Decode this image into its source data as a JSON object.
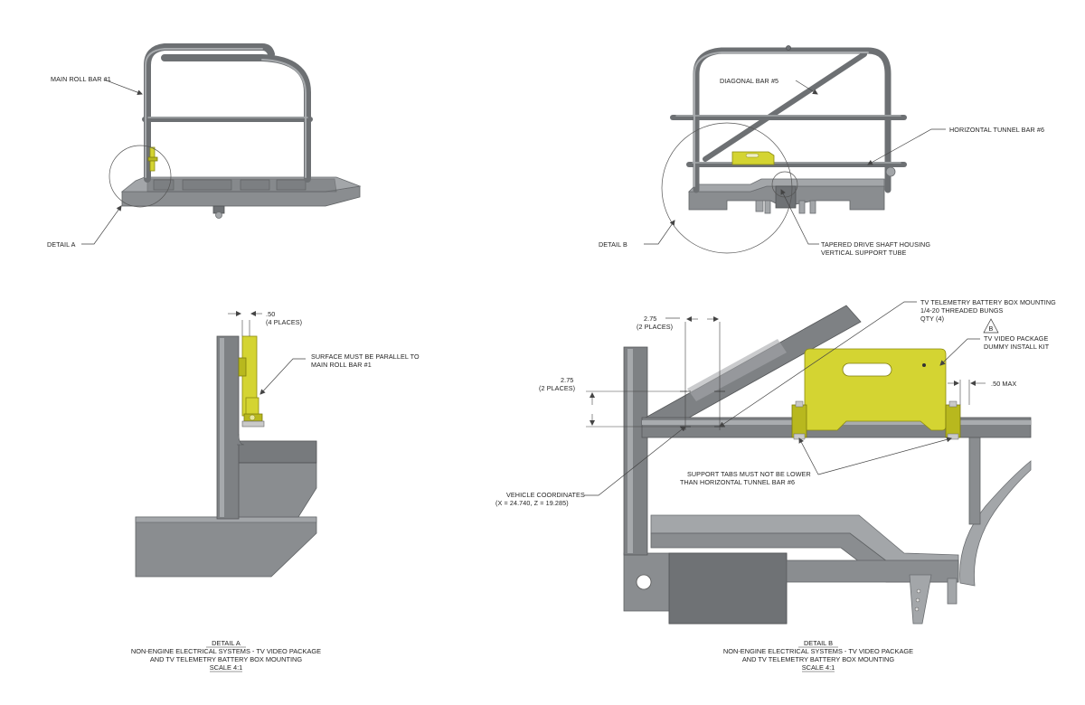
{
  "detail_a_view": {
    "callouts": {
      "main_roll_bar": "MAIN ROLL BAR #1",
      "detail_ref": "DETAIL A"
    }
  },
  "detail_b_view": {
    "callouts": {
      "diagonal_bar": "DIAGONAL BAR #5",
      "horizontal_tunnel_bar": "HORIZONTAL TUNNEL BAR #6",
      "detail_ref": "DETAIL B",
      "drive_shaft_line1": "TAPERED DRIVE SHAFT HOUSING",
      "drive_shaft_line2": "VERTICAL SUPPORT TUBE"
    }
  },
  "detail_a": {
    "dimension_value": ".50",
    "dimension_note": "(4 PLACES)",
    "surface_note_line1": "SURFACE MUST BE PARALLEL TO",
    "surface_note_line2": "MAIN ROLL BAR #1",
    "caption": {
      "line1": "DETAIL A",
      "line2": "NON-ENGINE ELECTRICAL SYSTEMS - TV VIDEO PACKAGE",
      "line3": "AND TV TELEMETRY BATTERY BOX MOUNTING",
      "line4": "SCALE 4:1"
    }
  },
  "detail_b": {
    "bungs_line1": "TV TELEMETRY BATTERY BOX MOUNTING",
    "bungs_line2": "1/4-20 THREADED BUNGS",
    "bungs_line3": "QTY (4)",
    "revision_symbol": "B",
    "kit_line1": "TV VIDEO PACKAGE",
    "kit_line2": "DUMMY INSTALL KIT",
    "dim_horizontal_value": "2.75",
    "dim_horizontal_note": "(2 PLACES)",
    "dim_vertical_value": "2.75",
    "dim_vertical_note": "(2 PLACES)",
    "dim_max": ".50 MAX",
    "support_tabs_line1": "SUPPORT TABS MUST NOT BE LOWER",
    "support_tabs_line2": "THAN HORIZONTAL TUNNEL BAR #6",
    "coords_line1": "VEHICLE COORDINATES",
    "coords_line2": "(X = 24.740, Z = 19.285)",
    "caption": {
      "line1": "DETAIL B",
      "line2": "NON-ENGINE ELECTRICAL SYSTEMS - TV VIDEO PACKAGE",
      "line3": "AND TV TELEMETRY BATTERY BOX MOUNTING",
      "line4": "SCALE 4:1"
    }
  }
}
